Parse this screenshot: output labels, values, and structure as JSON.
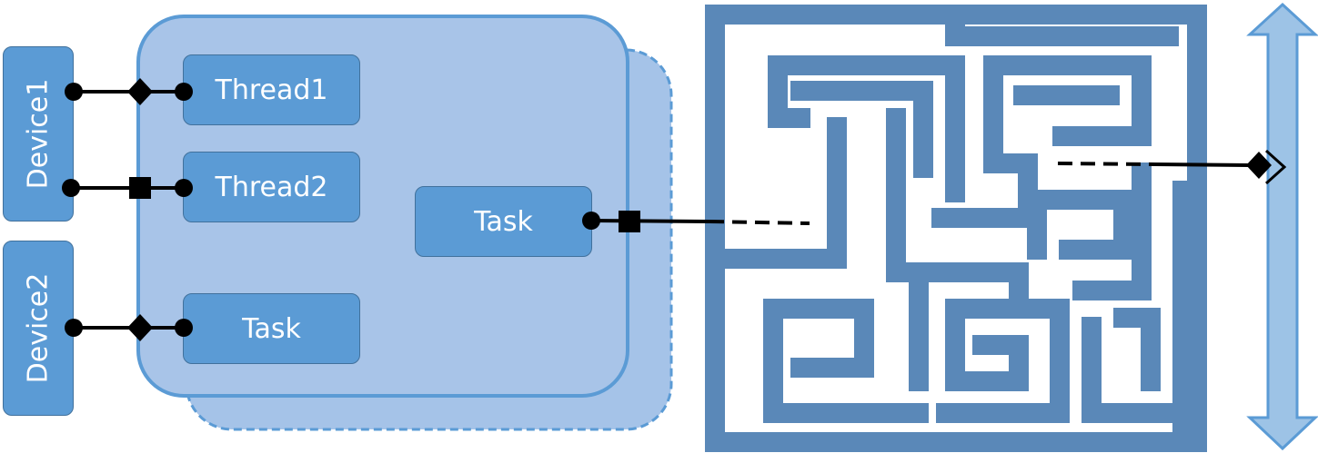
{
  "devices": [
    {
      "label": "Device1"
    },
    {
      "label": "Device2"
    }
  ],
  "threads": [
    {
      "label": "Thread1"
    },
    {
      "label": "Thread2"
    },
    {
      "label": "Task"
    }
  ],
  "task": {
    "label": "Task"
  },
  "colors": {
    "box_fill": "#5b9bd5",
    "box_border": "#41719c",
    "container_fill": "#a8c4e8",
    "container_border": "#5b9bd5",
    "maze_wall": "#5a88b8",
    "arrow_fill": "#9dc3e6",
    "connector": "#000000"
  }
}
